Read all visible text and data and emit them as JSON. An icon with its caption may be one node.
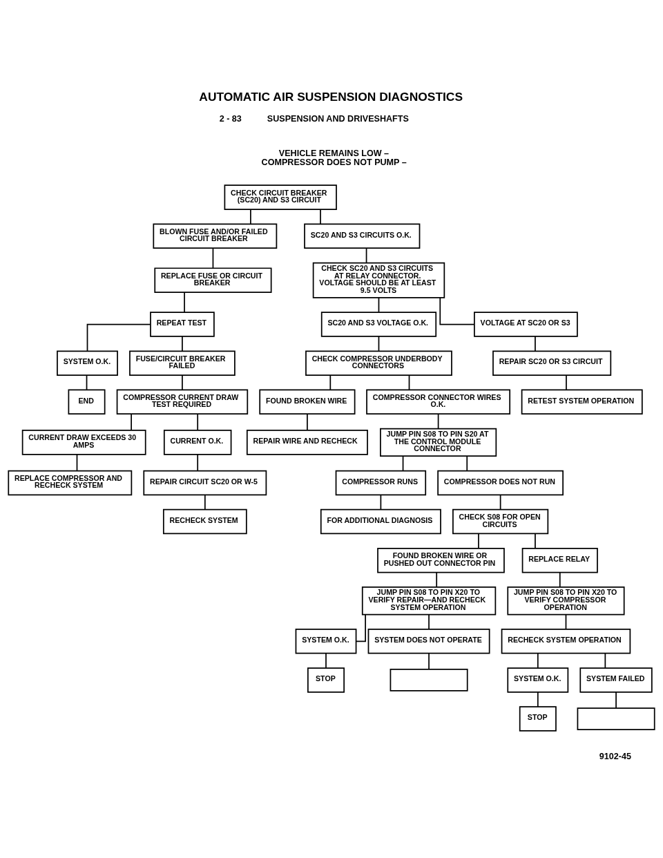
{
  "diagram": {
    "title": "AUTOMATIC AIR SUSPENSION DIAGNOSTICS",
    "nodes": [
      {
        "text": [
          "CHECK CIRCUIT BREAKER (SC20) AND S3 CIRCUIT"
        ]
      },
      {
        "text": [
          "BLOWN FUSE AND/OR FAILED CIRCUIT BREAKER"
        ]
      },
      {
        "text": [
          "SC20 AND S3 CIRCUITS O.K."
        ]
      },
      {
        "text": [
          "REPLACE FUSE OR CIRCUIT BREAKER"
        ]
      },
      {
        "text": [
          "CHECK SC20 AND S3 CIRCUITS AT RELAY CONNECTOR. VOLTAGE SHOULD BE AT LEAST 9.5 VOLTS"
        ]
      },
      {
        "text": [
          "REPEAT TEST"
        ]
      },
      {
        "text": [
          "SYSTEM O.K."
        ]
      },
      {
        "text": [
          "FUSE/CIRCUIT BREAKER FAILED"
        ]
      },
      {
        "text": [
          "SC20 AND S3 VOLTAGE O.K."
        ]
      },
      {
        "text": [
          "VOLTAGE AT SC20 OR S3"
        ]
      },
      {
        "text": [
          "END"
        ]
      },
      {
        "text": [
          "COMPRESSOR CURRENT DRAW TEST REQUIRED"
        ]
      },
      {
        "text": [
          "CHECK COMPRESSOR UNDERBODY CONNECTORS"
        ]
      },
      {
        "text": [
          "REPAIR SC20 OR S3 CIRCUIT"
        ]
      },
      {
        "text": [
          "RETEST SYSTEM OPERATION"
        ]
      },
      {
        "text": [
          "CURRENT DRAW EXCEEDS 30 AMPS"
        ]
      },
      {
        "text": [
          "CURRENT O.K."
        ]
      },
      {
        "text": [
          "FOUND BROKEN WIRE"
        ]
      },
      {
        "text": [
          "COMPRESSOR CONNECTOR WIRES O.K."
        ]
      },
      {
        "text": [
          "REPAIR CIRCUIT SC20 OR W-5"
        ]
      },
      {
        "text": [
          "REPLACE COMPRESSOR AND RECHECK SYSTEM"
        ]
      },
      {
        "text": [
          "RECHECK SYSTEM"
        ]
      },
      {
        "text": [
          "REPAIR WIRE AND RECHECK"
        ]
      },
      {
        "text": [
          "JUMP PIN S08 TO PIN S20 AT THE CONTROL MODULE CONNECTOR"
        ]
      },
      {
        "text": [
          "COMPRESSOR RUNS"
        ]
      },
      {
        "text": [
          "COMPRESSOR DOES NOT RUN"
        ]
      },
      {
        "text": [
          "FOR ADDITIONAL DIAGNOSIS"
        ]
      },
      {
        "text": [
          "CHECK S08 FOR OPEN CIRCUITS"
        ]
      },
      {
        "text": [
          "FOUND BROKEN WIRE OR PUSHED OUT CONNECTOR PIN"
        ]
      },
      {
        "text": [
          "REPLACE RELAY"
        ]
      },
      {
        "text": [
          "JUMP PIN S08 TO PIN X20 TO VERIFY REPAIR—AND RECHECK SYSTEM OPERATION"
        ]
      },
      {
        "text": [
          "JUMP PIN S08 TO PIN X20 TO VERIFY COMPRESSOR OPERATION"
        ]
      },
      {
        "text": [
          "RECHECK SYSTEM OPERATION"
        ]
      },
      {
        "text": [
          "SYSTEM O.K."
        ]
      },
      {
        "text": [
          "SYSTEM DOES NOT OPERATE"
        ]
      },
      {
        "text": [
          "SYSTEM O.K."
        ]
      },
      {
        "text": [
          "SYSTEM FAILED"
        ]
      },
      {
        "text": [
          "STOP"
        ]
      },
      {
        "text": [],
        "shape": "box"
      },
      {
        "text": [
          "STOP"
        ]
      },
      {
        "text": [],
        "shape": "box"
      }
    ],
    "edges": [
      {
        "from": 0,
        "to": 1,
        "arrow": "none"
      },
      {
        "from": 0,
        "to": 2,
        "arrow": "none"
      },
      {
        "from": 1,
        "to": 3,
        "arrow": "none"
      },
      {
        "from": 3,
        "to": 5,
        "arrow": "none"
      },
      {
        "from": 5,
        "to": 6,
        "arrow": "none"
      },
      {
        "from": 5,
        "to": 7,
        "arrow": "none"
      },
      {
        "from": 6,
        "to": 10,
        "arrow": "none"
      },
      {
        "from": 7,
        "to": 11,
        "arrow": "none"
      },
      {
        "from": 2,
        "to": 4,
        "arrow": "none"
      },
      {
        "from": 4,
        "to": 8,
        "arrow": "none"
      },
      {
        "from": 4,
        "to": 9,
        "arrow": "none"
      },
      {
        "from": 9,
        "to": 13,
        "arrow": "none"
      },
      {
        "from": 13,
        "to": 14,
        "arrow": "none"
      },
      {
        "from": 8,
        "to": 12,
        "arrow": "none"
      },
      {
        "from": 11,
        "to": 15,
        "arrow": "none"
      },
      {
        "from": 11,
        "to": 16,
        "arrow": "none"
      },
      {
        "from": 15,
        "to": 20,
        "arrow": "none"
      },
      {
        "from": 16,
        "to": 19,
        "arrow": "none"
      },
      {
        "from": 19,
        "to": 21,
        "arrow": "none"
      },
      {
        "from": 12,
        "to": 17,
        "arrow": "none"
      },
      {
        "from": 12,
        "to": 18,
        "arrow": "none"
      },
      {
        "from": 17,
        "to": 22,
        "arrow": "none"
      },
      {
        "from": 18,
        "to": 23,
        "arrow": "none"
      },
      {
        "from": 23,
        "to": 24,
        "arrow": "none"
      },
      {
        "from": 23,
        "to": 25,
        "arrow": "none"
      },
      {
        "from": 24,
        "to": 26,
        "arrow": "none"
      },
      {
        "from": 25,
        "to": 27,
        "arrow": "none"
      },
      {
        "from": 27,
        "to": 28,
        "arrow": "none"
      },
      {
        "from": 27,
        "to": 29,
        "arrow": "none"
      },
      {
        "from": 28,
        "to": 30,
        "arrow": "none"
      },
      {
        "from": 29,
        "to": 31,
        "arrow": "none"
      },
      {
        "from": 31,
        "to": 32,
        "arrow": "none"
      },
      {
        "from": 30,
        "to": 33,
        "arrow": "none"
      },
      {
        "from": 30,
        "to": 34,
        "arrow": "none"
      },
      {
        "from": 33,
        "to": 37,
        "arrow": "none"
      },
      {
        "from": 34,
        "to": 38,
        "arrow": "none"
      },
      {
        "from": 32,
        "to": 35,
        "arrow": "none"
      },
      {
        "from": 32,
        "to": 36,
        "arrow": "none"
      },
      {
        "from": 35,
        "to": 39,
        "arrow": "none"
      },
      {
        "from": 36,
        "to": 40,
        "arrow": "none"
      }
    ],
    "labels": [
      "SUSPENSION AND DRIVESHAFTS",
      "2 - 83",
      "VEHICLE REMAINS LOW – COMPRESSOR DOES NOT PUMP –",
      "9102-45"
    ]
  }
}
